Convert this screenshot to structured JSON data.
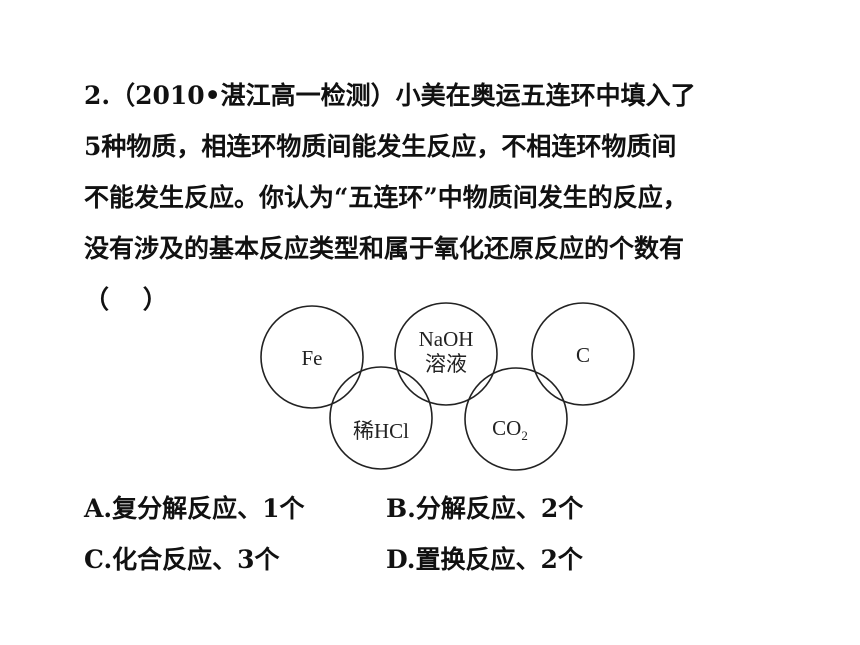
{
  "question": {
    "lines": [
      "2.（2010•湛江高一检测）小美在奥运五连环中填入了",
      "5种物质，相连环物质间能发生反应，不相连环物质间",
      "不能发生反应。你认为“五连环”中物质间发生的反应，",
      "没有涉及的基本反应类型和属于氧化还原反应的个数有",
      "（　 ）"
    ]
  },
  "diagram": {
    "rings": [
      {
        "label": "Fe"
      },
      {
        "label": "稀HCl"
      },
      {
        "label_line1": "NaOH",
        "label_line2": "溶液"
      },
      {
        "label": "CO",
        "subscript": "2"
      },
      {
        "label": "C"
      }
    ]
  },
  "options": [
    {
      "text": "A.复分解反应、1个"
    },
    {
      "text": "B.分解反应、2个"
    },
    {
      "text": "C.化合反应、3个"
    },
    {
      "text": "D.置换反应、2个"
    }
  ]
}
